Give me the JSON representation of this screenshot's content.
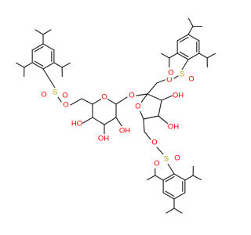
{
  "diagram": {
    "type": "skeletal-structure",
    "colors": {
      "bond": "#222222",
      "oxygen": "#ff0000",
      "sulfur": "#b8a000",
      "background": "#ffffff"
    },
    "atom_labels": {
      "O": "O",
      "S": "S",
      "OH": "OH",
      "HO": "HO"
    }
  }
}
